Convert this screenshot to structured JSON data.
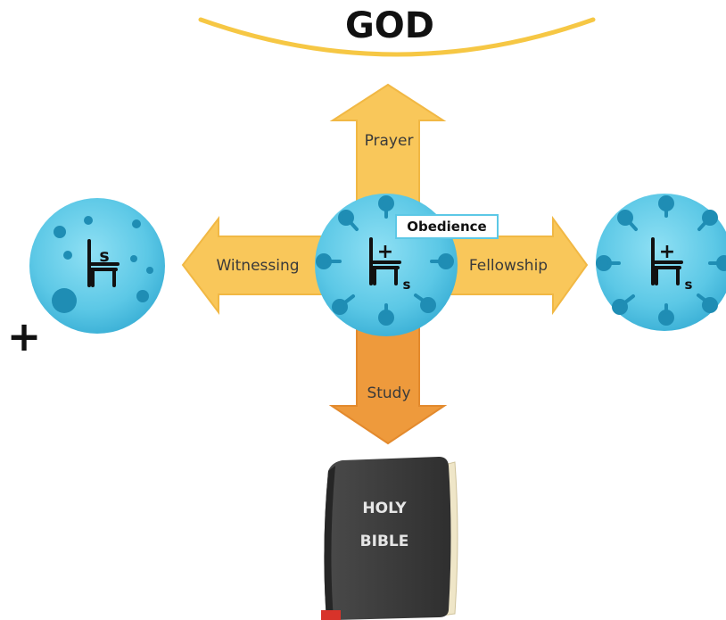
{
  "title": "GOD",
  "arrows": {
    "up": "Prayer",
    "left": "Witnessing",
    "right": "Fellowship",
    "down": "Study"
  },
  "center_badge": "Obedience",
  "book": {
    "line1": "HOLY",
    "line2": "BIBLE"
  },
  "glyphs": {
    "s": "s",
    "cross": "+"
  },
  "colors": {
    "arc": "#f6c744",
    "arrow_yellow": "#f9c75a",
    "arrow_orange": "#ee9a3c",
    "circle": "#5cc8e6",
    "circle_dark": "#1f8db4",
    "badge_border": "#5cc8e6",
    "book": "#3b3b3b"
  }
}
